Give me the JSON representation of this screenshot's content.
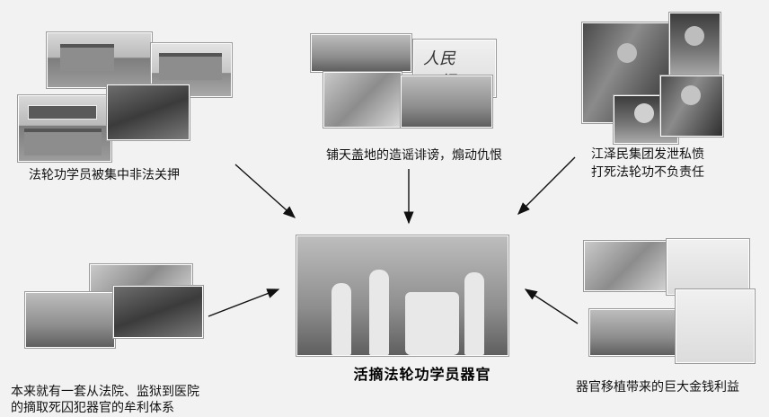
{
  "captions": {
    "top_left": "法轮功学员被集中非法关押",
    "top_center": "铺天盖地的造谣诽谤，煽动仇恨",
    "top_right_line1": "江泽民集团发泄私愤",
    "top_right_line2": "打死法轮功不负责任",
    "bottom_left_line1": "本来就有一套从法院、监狱到医院",
    "bottom_left_line2": "的摘取死囚犯器官的牟利体系",
    "bottom_right": "器官移植带来的巨大金钱利益",
    "center": "活摘法轮功学员器官"
  },
  "newspaper_masthead": "人民日报",
  "colors": {
    "background": "#f2f2f2",
    "arrow": "#111111",
    "text": "#111111"
  }
}
